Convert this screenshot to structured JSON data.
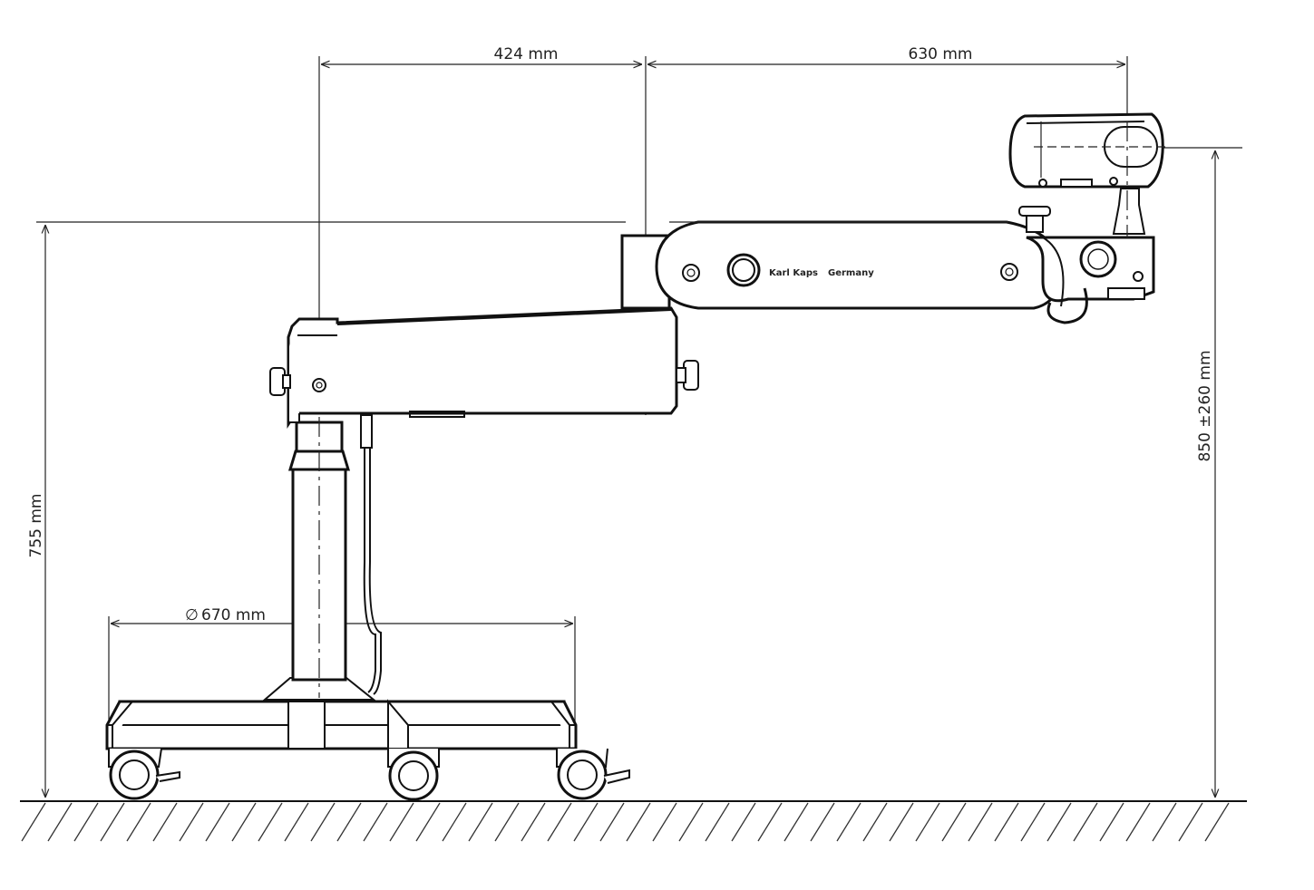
{
  "drawing": {
    "brand_text": "Karl Kaps",
    "country_text": "Germany"
  },
  "dimensions": {
    "arm_offset": "424 mm",
    "arm_reach": "630 mm",
    "base_height": "755 mm",
    "head_height": "850 ±260 mm",
    "base_diameter": "670 mm",
    "diameter_symbol": "∅"
  },
  "colors": {
    "line": "#111111",
    "background": "#ffffff"
  }
}
